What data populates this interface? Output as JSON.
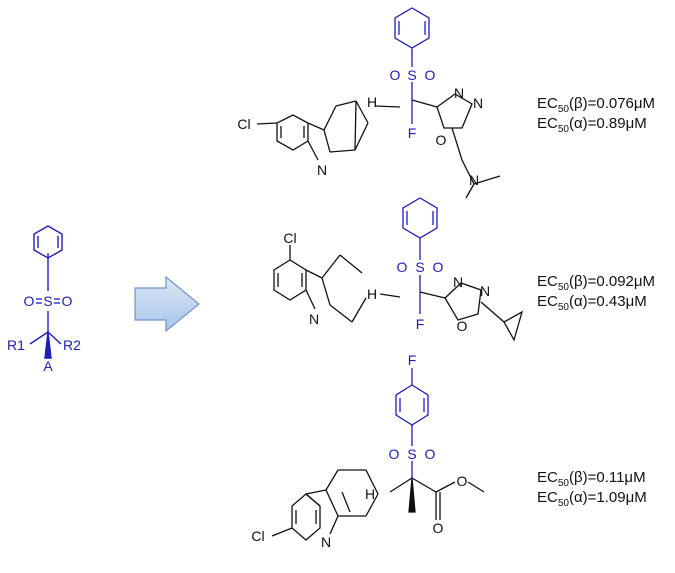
{
  "colors": {
    "scaffold": "#1c1cbf",
    "bond": "#111111",
    "arrow_fill": "#bcd3ef",
    "arrow_stroke": "#6e95c7"
  },
  "scaffold": {
    "s": "S",
    "o1": "O",
    "o2": "O",
    "r1": "R1",
    "r2": "R2",
    "a": "A"
  },
  "atoms": {
    "cl": "Cl",
    "n": "N",
    "h": "H",
    "f": "F",
    "o": "O",
    "s": "S"
  },
  "compounds": [
    {
      "beta_value": "=0.076μM",
      "alpha_value": "=0.89μM"
    },
    {
      "beta_value": "=0.092μM",
      "alpha_value": "=0.43μM"
    },
    {
      "beta_value": "=0.11μM",
      "alpha_value": "=1.09μM"
    }
  ],
  "ec_prefix": "EC",
  "ec_sub": "50",
  "beta_label": "(β)",
  "alpha_label": "(α)"
}
